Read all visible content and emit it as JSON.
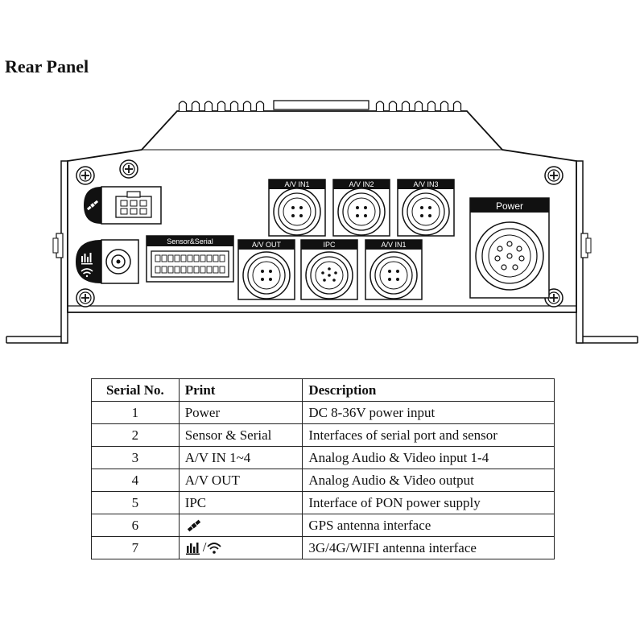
{
  "title": "Rear Panel",
  "panel": {
    "ports": {
      "av_in1_top": "A/V IN1",
      "av_in2": "A/V IN2",
      "av_in3": "A/V IN3",
      "power": "Power",
      "sensor_serial": "Sensor&Serial",
      "av_out": "A/V OUT",
      "ipc": "IPC",
      "av_in1_bottom": "A/V IN1"
    },
    "icons": {
      "gps": "gps-satellite-icon",
      "antenna": "signal-bars-icon",
      "wifi": "wifi-icon"
    }
  },
  "table": {
    "headers": [
      "Serial No.",
      "Print",
      "Description"
    ],
    "rows": [
      {
        "no": "1",
        "print": "Power",
        "desc": "DC 8-36V power input"
      },
      {
        "no": "2",
        "print": "Sensor & Serial",
        "desc": "Interfaces of serial port and sensor"
      },
      {
        "no": "3",
        "print": "A/V IN 1~4",
        "desc": "Analog Audio & Video input 1-4"
      },
      {
        "no": "4",
        "print": "A/V OUT",
        "desc": "Analog Audio & Video output"
      },
      {
        "no": "5",
        "print": "IPC",
        "desc": "Interface of PON power supply"
      },
      {
        "no": "6",
        "print": "",
        "print_icon": "gps-satellite-icon",
        "desc": "GPS antenna interface"
      },
      {
        "no": "7",
        "print": "",
        "print_icon": "signal-bars-wifi-icon",
        "desc": "3G/4G/WIFI antenna interface"
      }
    ]
  }
}
